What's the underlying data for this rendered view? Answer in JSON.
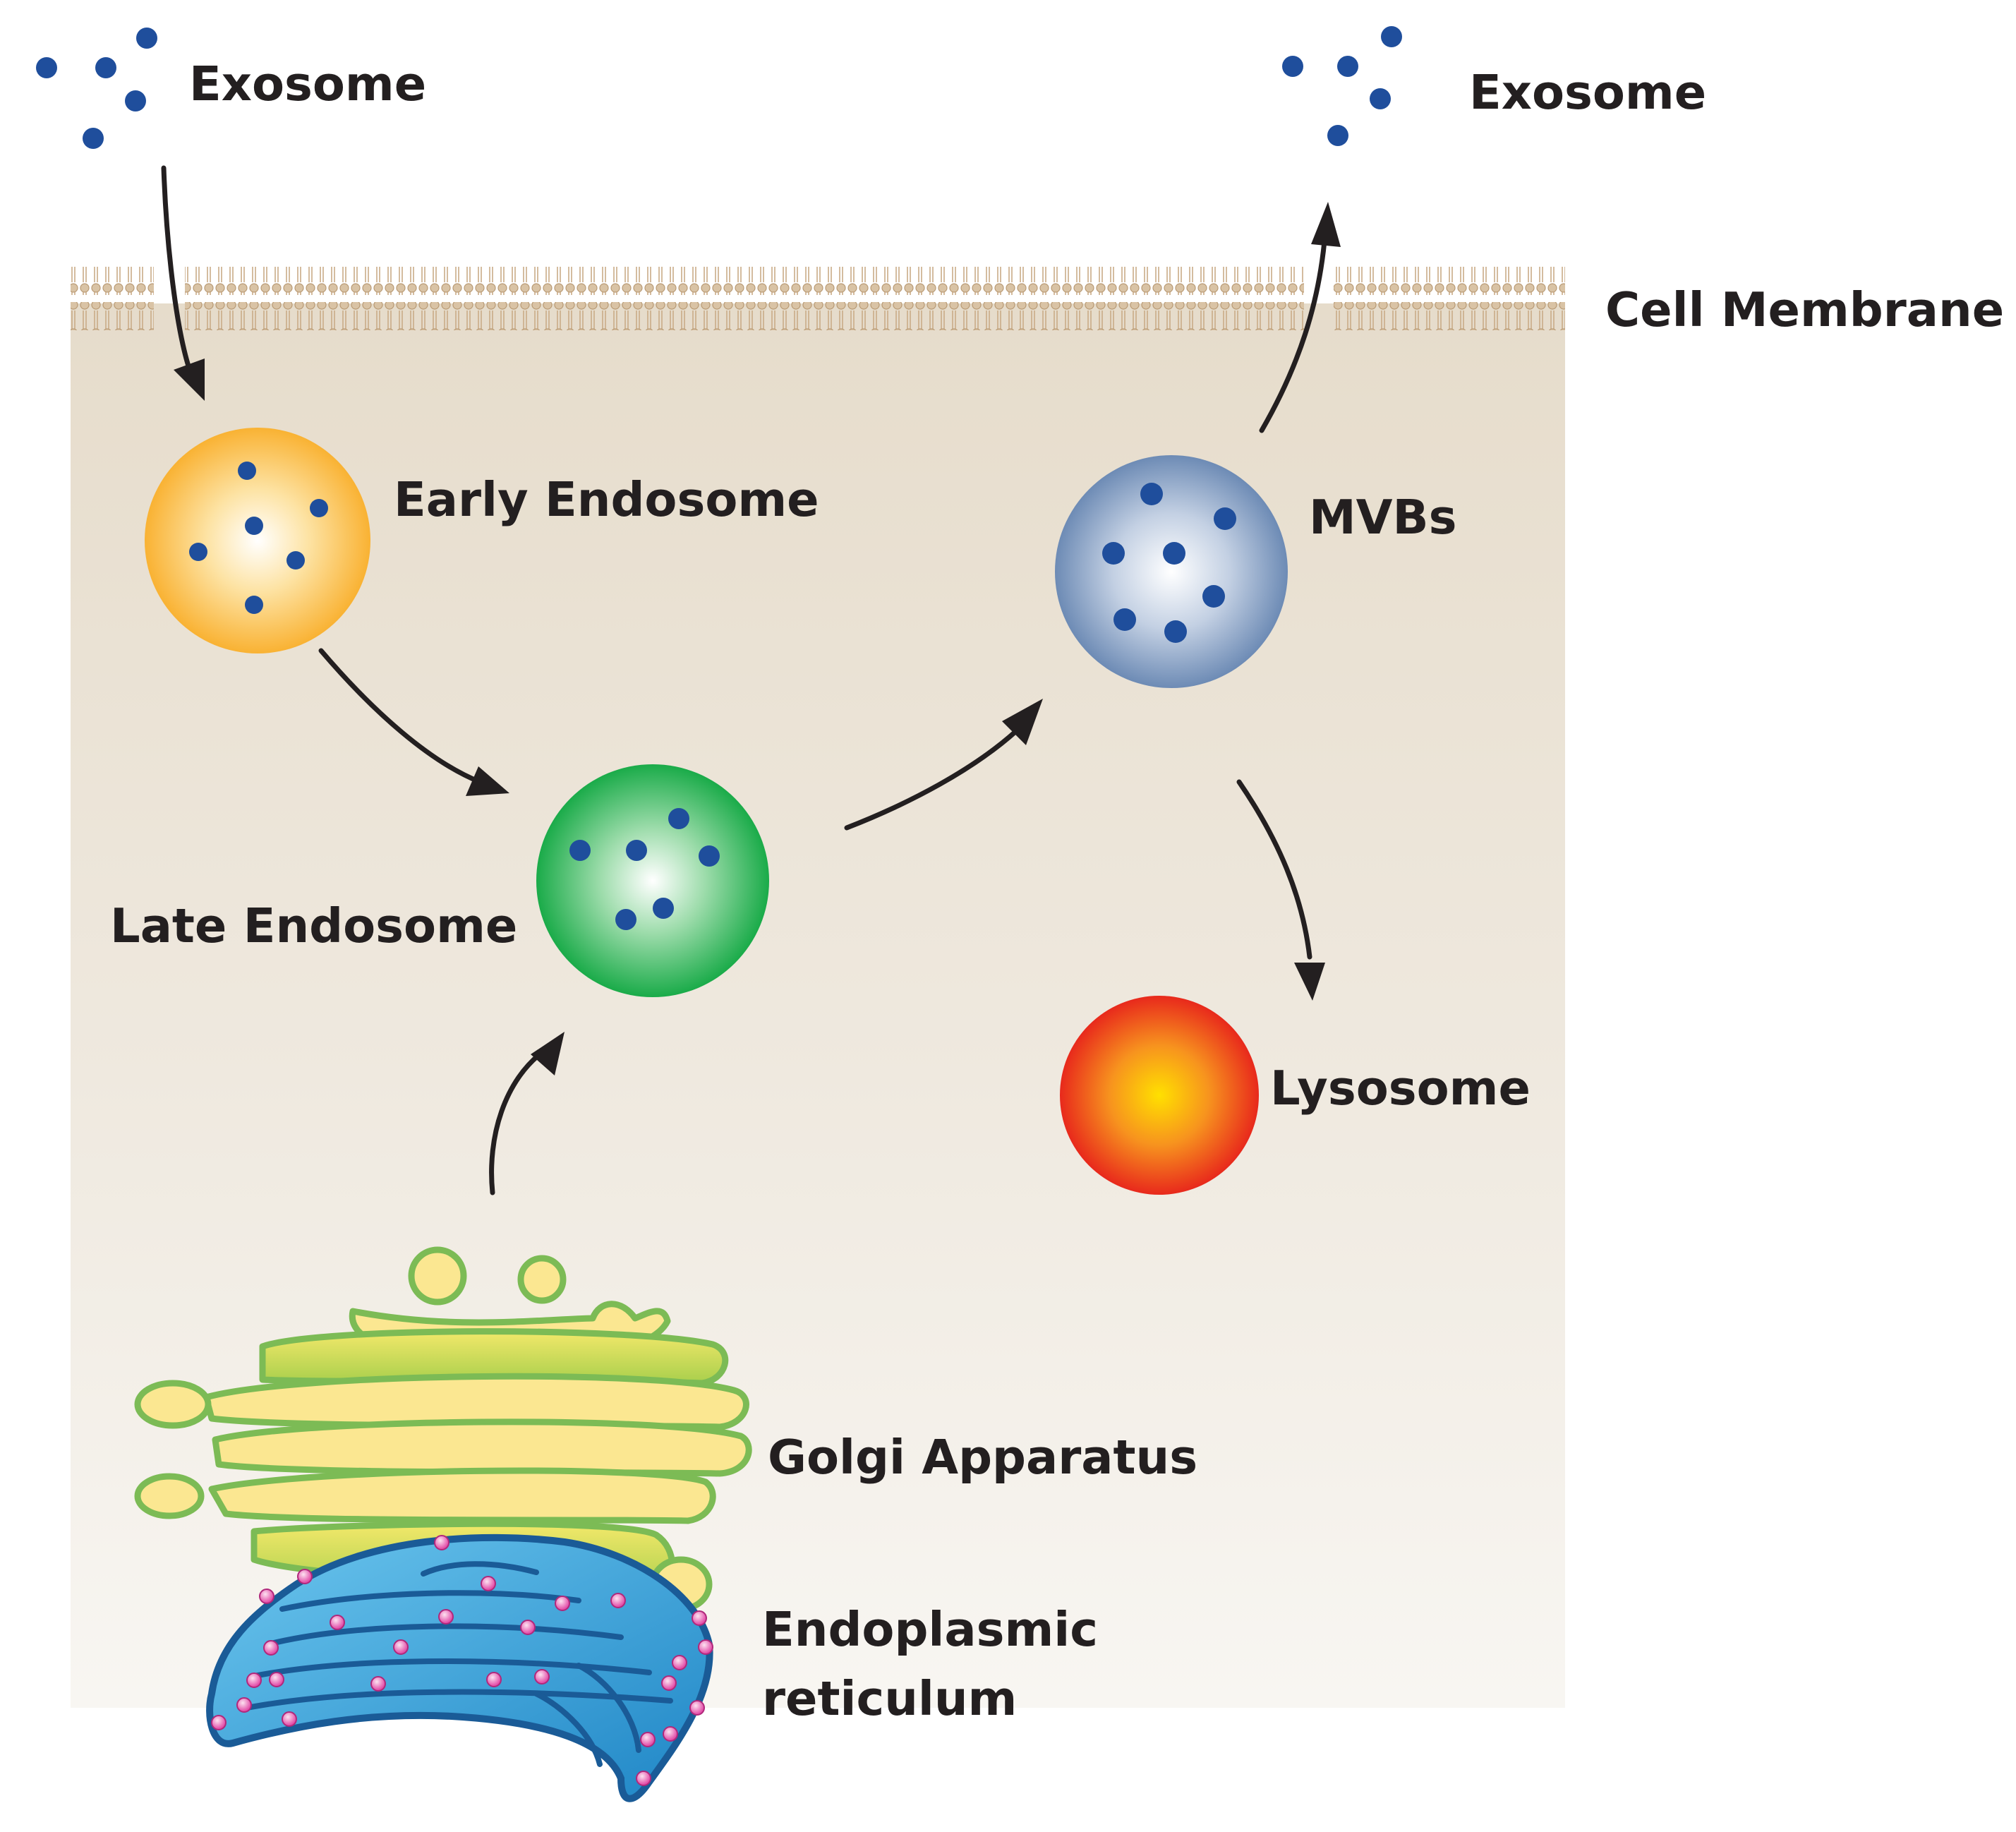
{
  "labels": {
    "exosome_in": "Exosome",
    "exosome_out": "Exosome",
    "cell_membrane": "Cell Membrane",
    "early_endosome": "Early Endosome",
    "mvbs": "MVBs",
    "late_endosome": "Late Endosome",
    "lysosome": "Lysosome",
    "golgi": "Golgi Apparatus",
    "er_line1": "Endoplasmic",
    "er_line2": "reticulum"
  },
  "colors": {
    "cytoplasm_top": "#e6dccb",
    "cytoplasm_bottom": "#f8f6f2",
    "membrane": "#c9ab87",
    "vesicle_dot": "#1f4e9c",
    "early_endosome": "#f9b233",
    "late_endosome": "#1aab49",
    "mvbs": "#6d8bb5",
    "lysosome": "#e8291c",
    "golgi_fill": "#fbe791",
    "golgi_stroke": "#7cbb55",
    "er_fill": "#3ea6d9",
    "er_stroke": "#1a5b97",
    "ribosome": "#e24aa7",
    "arrow": "#231f20",
    "text": "#231f20"
  },
  "icons": [
    "exosome-vesicle",
    "endosome-sphere",
    "lipid-bilayer",
    "golgi-stack",
    "er-network"
  ]
}
